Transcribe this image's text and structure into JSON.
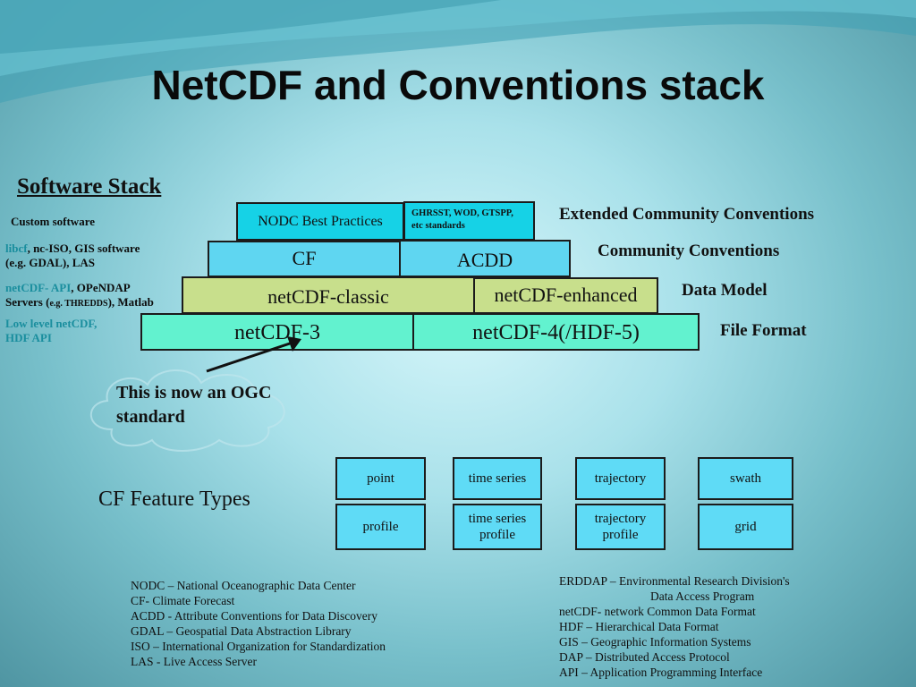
{
  "title": "NetCDF and Conventions stack",
  "software_stack": {
    "heading": "Software Stack",
    "custom": "Custom software",
    "libcf": "libcf",
    "libcf_rest": ", nc-ISO, GIS software",
    "gdal": "(e.g. GDAL), LAS",
    "netcdf_api": "netCDF- API",
    "opendap": ", OPeNDAP",
    "servers_a": "Servers (",
    "eg_thredds": "e.g. THREDDS",
    "servers_b": "), Matlab",
    "lowlevel_1": "Low level netCDF,",
    "lowlevel_2": "HDF API"
  },
  "stack": {
    "nodc": "NODC Best Practices",
    "ghrsst_1": "GHRSST, WOD, GTSPP,",
    "ghrsst_2": "etc standards",
    "cf": "CF",
    "acdd": "ACDD",
    "classic": "netCDF-classic",
    "enhanced": "netCDF-enhanced",
    "nc3": "netCDF-3",
    "nc4": "netCDF-4(/HDF-5)"
  },
  "layers": {
    "extended": "Extended Community Conventions",
    "community": "Community Conventions",
    "data_model": "Data Model",
    "file_format": "File Format"
  },
  "ogc_note_1": "This is now an OGC",
  "ogc_note_2": "standard",
  "feature_types": {
    "heading": "CF Feature Types",
    "point": "point",
    "time_series": "time series",
    "trajectory": "trajectory",
    "swath": "swath",
    "profile": "profile",
    "ts_profile_1": "time series",
    "ts_profile_2": "profile",
    "traj_profile_1": "trajectory",
    "traj_profile_2": "profile",
    "grid": "grid"
  },
  "glossary_left": [
    "NODC – National Oceanographic Data Center",
    "CF- Climate Forecast",
    "ACDD - Attribute Conventions for Data Discovery",
    "GDAL – Geospatial Data Abstraction Library",
    "ISO – International Organization for Standardization",
    "LAS - Live Access Server"
  ],
  "glossary_right": {
    "erddap_1": "ERDDAP – Environmental Research Division's",
    "erddap_2": "Data Access Program",
    "items": [
      "netCDF- network Common Data Format",
      "HDF – Hierarchical Data Format",
      "GIS – Geographic Information Systems",
      "DAP – Distributed Access Protocol",
      "API – Application Programming Interface"
    ]
  },
  "colors": {
    "top_layer": "#16d2e6",
    "conventions_layer": "#5fd6f1",
    "data_model_layer": "#c8df8c",
    "file_format_layer": "#62f2cf",
    "feature_box": "#5fdbf6",
    "teal_text": "#1a8e9e"
  }
}
